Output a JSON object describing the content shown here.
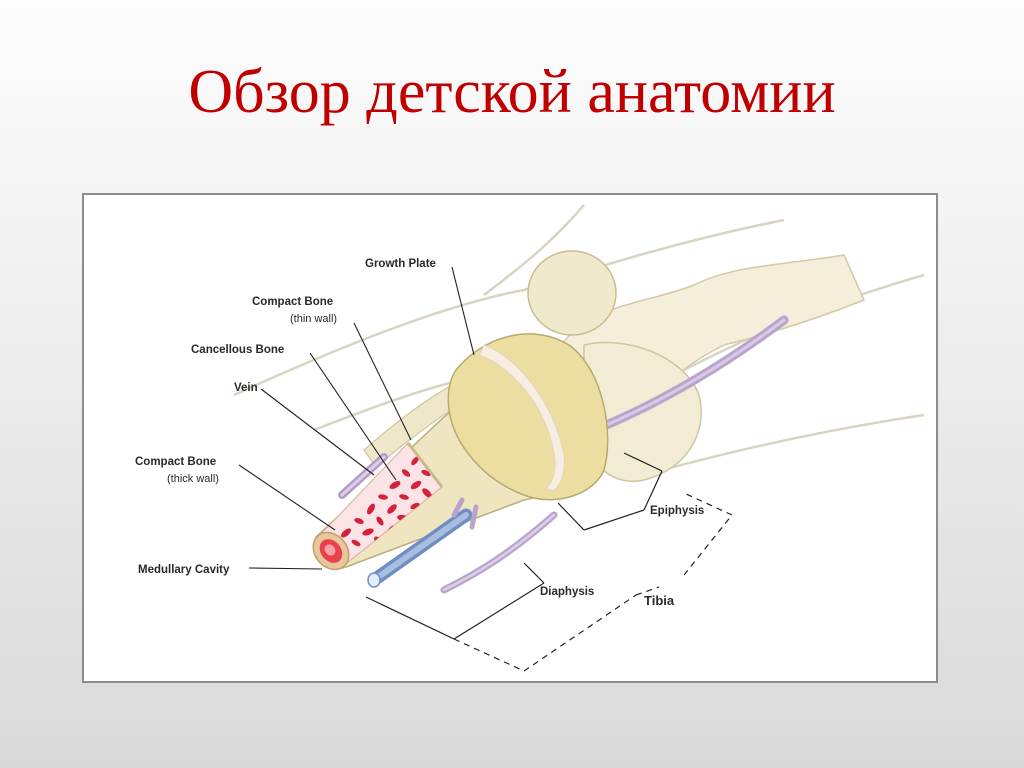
{
  "slide": {
    "title": "Обзор детской анатомии"
  },
  "diagram": {
    "labels": {
      "growth_plate": "Growth Plate",
      "compact_bone_thin": "Compact Bone",
      "compact_bone_thin_note": "(thin wall)",
      "cancellous_bone": "Cancellous Bone",
      "vein": "Vein",
      "compact_bone_thick": "Compact Bone",
      "compact_bone_thick_note": "(thick wall)",
      "medullary_cavity": "Medullary Cavity",
      "epiphysis": "Epiphysis",
      "diaphysis": "Diaphysis",
      "tibia": "Tibia"
    },
    "colors": {
      "bone_fill": "#efe6c4",
      "bone_outline": "#b9ad7e",
      "epiphysis_fill": "#eadb9c",
      "growth_plate_fill": "#f7ede1",
      "marrow_red": "#d6243b",
      "marrow_bg": "#fbe4e6",
      "vein_blue": "#8aa6d2",
      "vessel_purple": "#b9a4cc",
      "leg_outline": "#d8d3c0"
    }
  }
}
